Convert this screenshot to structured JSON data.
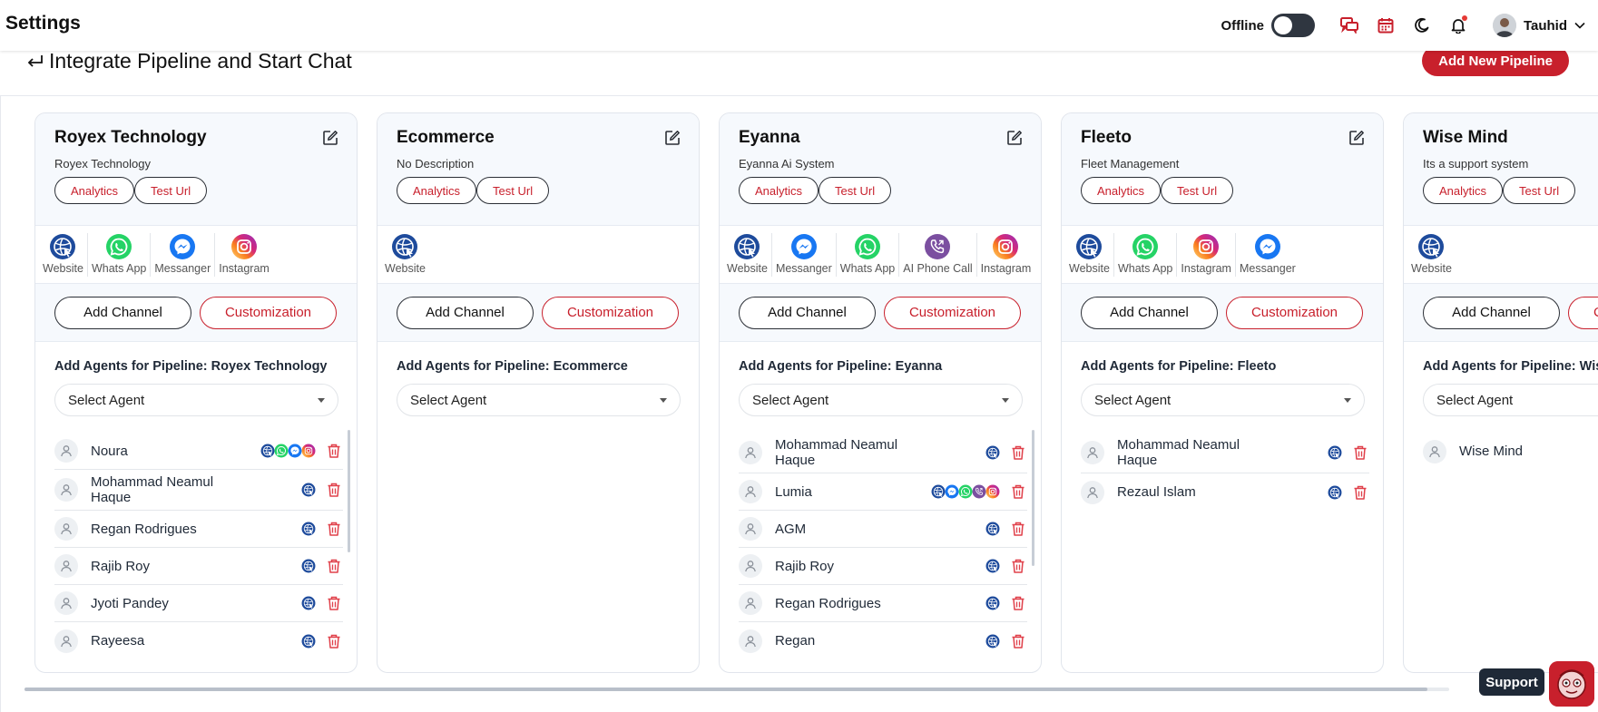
{
  "header": {
    "app_title": "Settings",
    "status_label": "Offline",
    "user_name": "Tauhid"
  },
  "page": {
    "title": "Integrate Pipeline and Start Chat",
    "add_pipeline_label": "Add New Pipeline",
    "support_label": "Support",
    "agents_prefix": "Add Agents for Pipeline: ",
    "select_placeholder": "Select Agent",
    "add_channel_label": "Add Channel",
    "customization_label": "Customization",
    "analytics_label": "Analytics",
    "test_url_label": "Test Url"
  },
  "colors": {
    "brand": "#c8202c",
    "website": "#1e4b9c",
    "whatsapp": "#25d366",
    "messenger": "#1877f2",
    "instagram": "#e1306c",
    "phone": "#7b4fa0"
  },
  "pipelines": [
    {
      "name": "Royex Technology",
      "description": "Royex Technology",
      "agents_heading": "Add Agents for Pipeline: Royex Technology",
      "channels": [
        {
          "label": "Website",
          "icon": "website-icon"
        },
        {
          "label": "Whats App",
          "icon": "whatsapp-icon"
        },
        {
          "label": "Messanger",
          "icon": "messenger-icon"
        },
        {
          "label": "Instagram",
          "icon": "instagram-icon"
        }
      ],
      "agents": [
        {
          "name": "Noura",
          "icons": [
            "website-icon",
            "whatsapp-icon",
            "messenger-icon",
            "instagram-icon"
          ]
        },
        {
          "name": "Mohammad Neamul Haque",
          "icons": [
            "website-icon"
          ]
        },
        {
          "name": "Regan Rodrigues",
          "icons": [
            "website-icon"
          ]
        },
        {
          "name": "Rajib Roy",
          "icons": [
            "website-icon"
          ]
        },
        {
          "name": "Jyoti Pandey",
          "icons": [
            "website-icon"
          ]
        },
        {
          "name": "Rayeesa",
          "icons": [
            "website-icon"
          ]
        }
      ]
    },
    {
      "name": "Ecommerce",
      "description": "No Description",
      "agents_heading": "Add Agents for Pipeline: Ecommerce",
      "channels": [
        {
          "label": "Website",
          "icon": "website-icon"
        }
      ],
      "agents": []
    },
    {
      "name": "Eyanna",
      "description": "Eyanna Ai System",
      "agents_heading": "Add Agents for Pipeline: Eyanna",
      "channels": [
        {
          "label": "Website",
          "icon": "website-icon"
        },
        {
          "label": "Messanger",
          "icon": "messenger-icon"
        },
        {
          "label": "Whats App",
          "icon": "whatsapp-icon"
        },
        {
          "label": "AI Phone Call",
          "icon": "phone-icon"
        },
        {
          "label": "Instagram",
          "icon": "instagram-icon"
        }
      ],
      "agents": [
        {
          "name": "Mohammad Neamul Haque",
          "icons": [
            "website-icon"
          ]
        },
        {
          "name": "Lumia",
          "icons": [
            "website-icon",
            "messenger-icon",
            "whatsapp-icon",
            "phone-icon",
            "instagram-icon"
          ]
        },
        {
          "name": "AGM",
          "icons": [
            "website-icon"
          ]
        },
        {
          "name": "Rajib Roy",
          "icons": [
            "website-icon"
          ]
        },
        {
          "name": "Regan Rodrigues",
          "icons": [
            "website-icon"
          ]
        },
        {
          "name": "Regan",
          "icons": [
            "website-icon"
          ]
        }
      ]
    },
    {
      "name": "Fleeto",
      "description": "Fleet Management",
      "agents_heading": "Add Agents for Pipeline: Fleeto",
      "channels": [
        {
          "label": "Website",
          "icon": "website-icon"
        },
        {
          "label": "Whats App",
          "icon": "whatsapp-icon"
        },
        {
          "label": "Instagram",
          "icon": "instagram-icon"
        },
        {
          "label": "Messanger",
          "icon": "messenger-icon"
        }
      ],
      "agents": [
        {
          "name": "Mohammad Neamul Haque",
          "icons": [
            "website-icon"
          ]
        },
        {
          "name": "Rezaul Islam",
          "icons": [
            "website-icon"
          ]
        }
      ]
    },
    {
      "name": "Wise Mind",
      "description": "Its a support system",
      "agents_heading": "Add Agents for Pipeline: Wise Mind",
      "channels": [
        {
          "label": "Website",
          "icon": "website-icon"
        }
      ],
      "agents": [
        {
          "name": "Wise Mind",
          "icons": []
        }
      ]
    }
  ]
}
